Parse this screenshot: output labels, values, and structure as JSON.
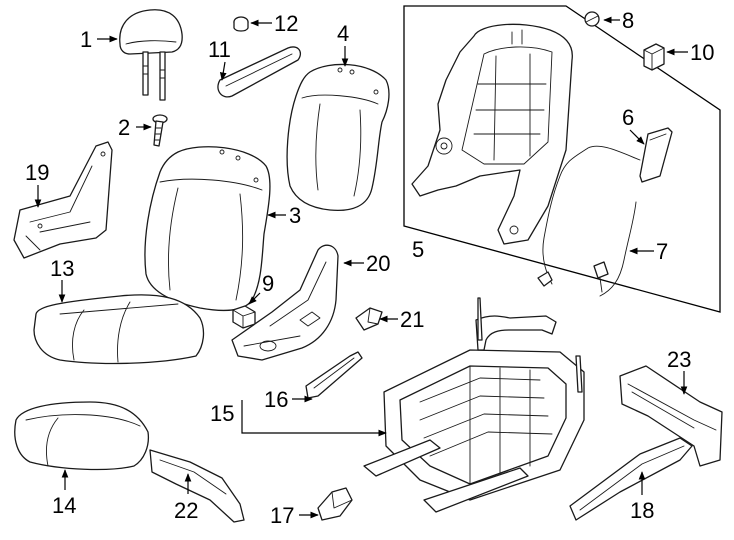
{
  "callouts": {
    "c1": "1",
    "c2": "2",
    "c3": "3",
    "c4": "4",
    "c5": "5",
    "c6": "6",
    "c7": "7",
    "c8": "8",
    "c9": "9",
    "c10": "10",
    "c11": "11",
    "c12": "12",
    "c13": "13",
    "c14": "14",
    "c15": "15",
    "c16": "16",
    "c17": "17",
    "c18": "18",
    "c19": "19",
    "c20": "20",
    "c21": "21",
    "c22": "22",
    "c23": "23"
  },
  "parts": [
    {
      "callout": "1",
      "icon": "headrest-icon"
    },
    {
      "callout": "2",
      "icon": "bolt-icon"
    },
    {
      "callout": "3",
      "icon": "seat-back-cover-icon"
    },
    {
      "callout": "4",
      "icon": "seat-back-pad-icon"
    },
    {
      "callout": "5",
      "icon": "seat-back-frame-icon"
    },
    {
      "callout": "6",
      "icon": "lumbar-module-icon"
    },
    {
      "callout": "7",
      "icon": "wire-harness-icon"
    },
    {
      "callout": "8",
      "icon": "clip-icon"
    },
    {
      "callout": "9",
      "icon": "bushing-icon"
    },
    {
      "callout": "10",
      "icon": "connector-icon"
    },
    {
      "callout": "11",
      "icon": "trim-strip-icon"
    },
    {
      "callout": "12",
      "icon": "knob-icon"
    },
    {
      "callout": "13",
      "icon": "cushion-cover-icon"
    },
    {
      "callout": "14",
      "icon": "cushion-pad-icon"
    },
    {
      "callout": "15",
      "icon": "seat-track-frame-icon"
    },
    {
      "callout": "16",
      "icon": "lever-icon"
    },
    {
      "callout": "17",
      "icon": "bracket-icon"
    },
    {
      "callout": "18",
      "icon": "track-cover-icon"
    },
    {
      "callout": "19",
      "icon": "side-shield-icon"
    },
    {
      "callout": "20",
      "icon": "recliner-cover-icon"
    },
    {
      "callout": "21",
      "icon": "cap-icon"
    },
    {
      "callout": "22",
      "icon": "trim-panel-icon"
    },
    {
      "callout": "23",
      "icon": "rear-cover-icon"
    }
  ]
}
